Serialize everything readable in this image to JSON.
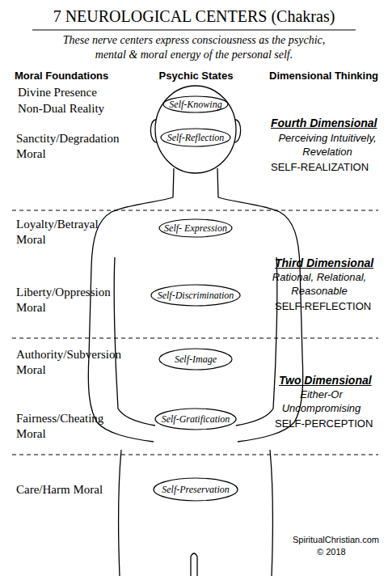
{
  "diagram": {
    "title": "7 NEUROLOGICAL CENTERS (Chakras)",
    "nodes": [
      {
        "text": [
          "Self-Knowing"
        ]
      },
      {
        "text": [
          "Self-Reflection"
        ]
      },
      {
        "text": [
          "Self- Expression"
        ]
      },
      {
        "text": [
          "Self-Discrimination"
        ]
      },
      {
        "text": [
          "Self-Image"
        ]
      },
      {
        "text": [
          "Self-Gratification"
        ]
      },
      {
        "text": [
          "Self-Preservation"
        ]
      }
    ],
    "labels": [
      "These nerve centers express consciousness as the psychic, mental & moral energy of the personal self.",
      "Moral Foundations",
      "Psychic States",
      "Dimensional Thinking",
      "Divine Presence Non-Dual Reality",
      "Fourth Dimensional",
      "Sanctity/Degradation Moral",
      "Perceiving Intuitively, Revelation",
      "SELF-REALIZATION",
      "Loyalty/Betrayal Moral",
      "Third Dimensional",
      "Rational, Relational, Reasonable",
      "Liberty/Oppression Moral",
      "SELF-REFLECTION",
      "Authority/Subversion Moral",
      "Two Dimensional",
      "Either-Or Uncompromising",
      "Fairness/Cheating Moral",
      "SELF-PERCEPTION",
      "Care/Harm Moral",
      "SpiritualChristian.com",
      "© 2018"
    ]
  }
}
